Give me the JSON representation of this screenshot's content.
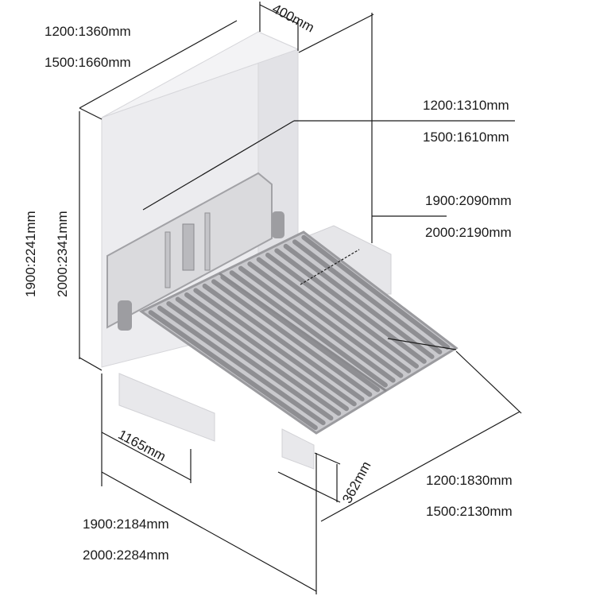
{
  "colors": {
    "cabinet": "#e9e9ec",
    "cabinet_edge": "#cfcfd4",
    "frame": "#a9a9ad",
    "slat": "#8e8e92",
    "slat_edge": "#6f6f73",
    "line": "#1a1a1a"
  },
  "labels": {
    "depth": "400mm",
    "width_1200": "1200:1360mm",
    "width_1500": "1500:1660mm",
    "inner_1200": "1200:1310mm",
    "inner_1500": "1500:1610mm",
    "height_1900": "1900:2090mm",
    "height_2000": "2000:2190mm",
    "total_1900": "1900:2241mm",
    "total_2000": "2000:2341mm",
    "side_depth": "1165mm",
    "leg_height": "362mm",
    "bed_1200": "1200:1830mm",
    "bed_1500": "1500:2130mm",
    "length_1900": "1900:2184mm",
    "length_2000": "2000:2284mm"
  }
}
